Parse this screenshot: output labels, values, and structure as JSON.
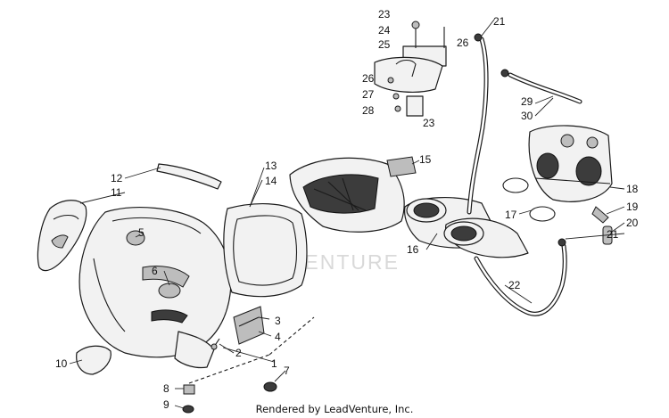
{
  "watermark": "LEADVENTURE",
  "footer": "Rendered by LeadVenture, Inc.",
  "callouts": {
    "c1": "1",
    "c2": "2",
    "c3": "3",
    "c4": "4",
    "c5": "5",
    "c6": "6",
    "c7": "7",
    "c8": "8",
    "c9": "9",
    "c10": "10",
    "c11": "11",
    "c12": "12",
    "c13": "13",
    "c14": "14",
    "c15": "15",
    "c16": "16",
    "c17": "17",
    "c18": "18",
    "c19": "19",
    "c20": "20",
    "c21a": "21",
    "c21b": "21",
    "c22": "22",
    "c23a": "23",
    "c23b": "23",
    "c24": "24",
    "c25": "25",
    "c26a": "26",
    "c26b": "26",
    "c27": "27",
    "c28": "28",
    "c29": "29",
    "c30": "30"
  }
}
